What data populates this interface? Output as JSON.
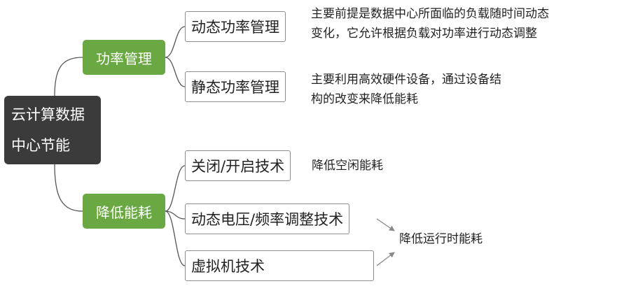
{
  "root": {
    "label": "云计算数据中心节能"
  },
  "branches": [
    {
      "label": "功率管理",
      "children": [
        {
          "label": "动态功率管理",
          "note_lines": [
            "主要前提是数据中心所面临的负载随时间动态",
            "变化，它允许根据负载对功率进行动态调整"
          ]
        },
        {
          "label": "静态功率管理",
          "note_lines": [
            "主要利用高效硬件设备，通过设备结",
            "构的改变来降低能耗"
          ]
        }
      ]
    },
    {
      "label": "降低能耗",
      "children": [
        {
          "label": "关闭/开启技术",
          "note_lines": [
            "降低空闲能耗"
          ]
        },
        {
          "label": "动态电压/频率调整技术"
        },
        {
          "label": "虚拟机技术"
        }
      ],
      "shared_note": "降低运行时能耗"
    }
  ],
  "colors": {
    "root_bg": "#3b3b3b",
    "branch_bg": "#6aa843",
    "leaf_border": "#8c8c8c",
    "connector": "#555555",
    "arrow": "#888888"
  }
}
